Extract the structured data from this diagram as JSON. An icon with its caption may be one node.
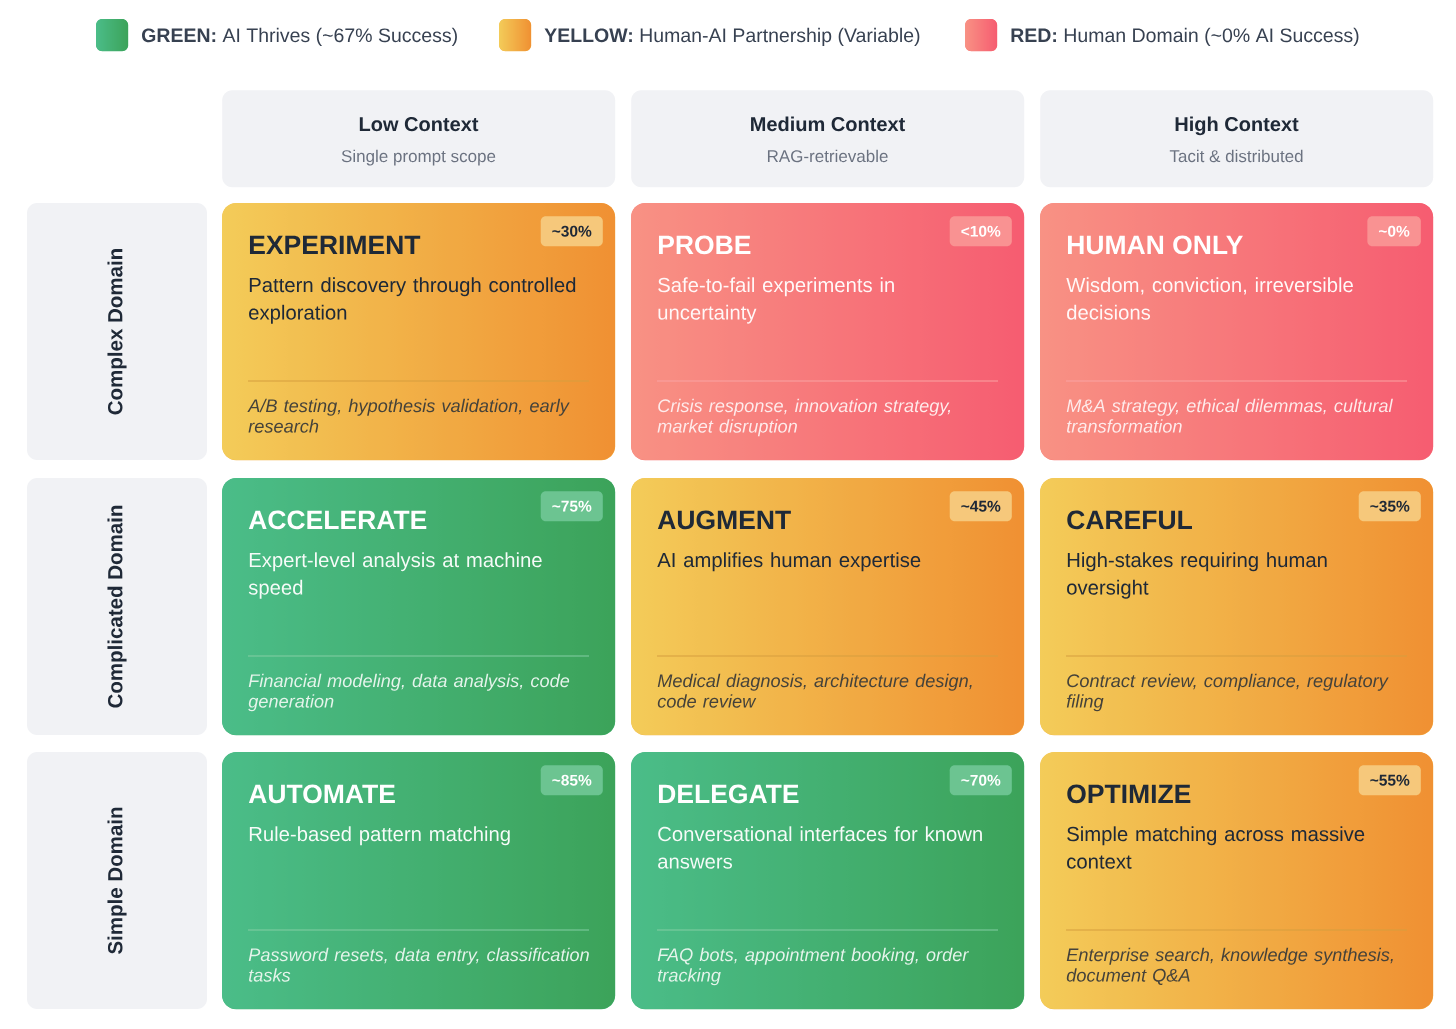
{
  "diagram": {
    "nodes": [
      {
        "text": [
          "Low Context",
          "Single prompt scope"
        ]
      },
      {
        "text": [
          "Medium Context",
          "RAG-retrievable"
        ]
      },
      {
        "text": [
          "High Context",
          "Tacit & distributed"
        ]
      },
      {
        "text": [
          "Complex Domain"
        ]
      },
      {
        "text": [
          "EXPERIMENT",
          "~30%",
          "Pattern discovery through controlled exploration",
          "A/B testing, hypothesis validation, early research"
        ]
      },
      {
        "text": [
          "PROBE",
          "<10%",
          "Safe-to-fail experiments in uncertainty",
          "Crisis response, innovation strategy, market disruption"
        ]
      },
      {
        "text": [
          "HUMAN ONLY",
          "~0%",
          "Wisdom, conviction, irreversible decisions",
          "M&A strategy, ethical dilemmas, cultural transformation"
        ]
      },
      {
        "text": [
          "Complicated Domain"
        ]
      },
      {
        "text": [
          "ACCELERATE",
          "~75%",
          "Expert-level analysis at machine speed",
          "Financial modeling, data analysis, code generation"
        ]
      },
      {
        "text": [
          "AUGMENT",
          "~45%",
          "AI amplifies human expertise",
          "Medical diagnosis, architecture design, code review"
        ]
      },
      {
        "text": [
          "CAREFUL",
          "~35%",
          "High-stakes requiring human oversight",
          "Contract review, compliance, regulatory filing"
        ]
      },
      {
        "text": [
          "Simple Domain"
        ]
      },
      {
        "text": [
          "AUTOMATE",
          "~85%",
          "Rule-based pattern matching",
          "Password resets, data entry, classification tasks"
        ]
      },
      {
        "text": [
          "DELEGATE",
          "~70%",
          "Conversational interfaces for known answers",
          "FAQ bots, appointment booking, order tracking"
        ]
      },
      {
        "text": [
          "OPTIMIZE",
          "~55%",
          "Simple matching across massive context",
          "Enterprise search, knowledge synthesis, document Q&A"
        ]
      }
    ],
    "legend": [
      {
        "text": "**GREEN:** AI Thrives (~67% Success)",
        "color": "#42b472"
      },
      {
        "text": "**YELLOW:** Human-AI Partnership (Variable)",
        "color": "#f2b348"
      },
      {
        "text": "**RED:** Human Domain (~0% AI Success)",
        "color": "#f77373"
      }
    ]
  }
}
